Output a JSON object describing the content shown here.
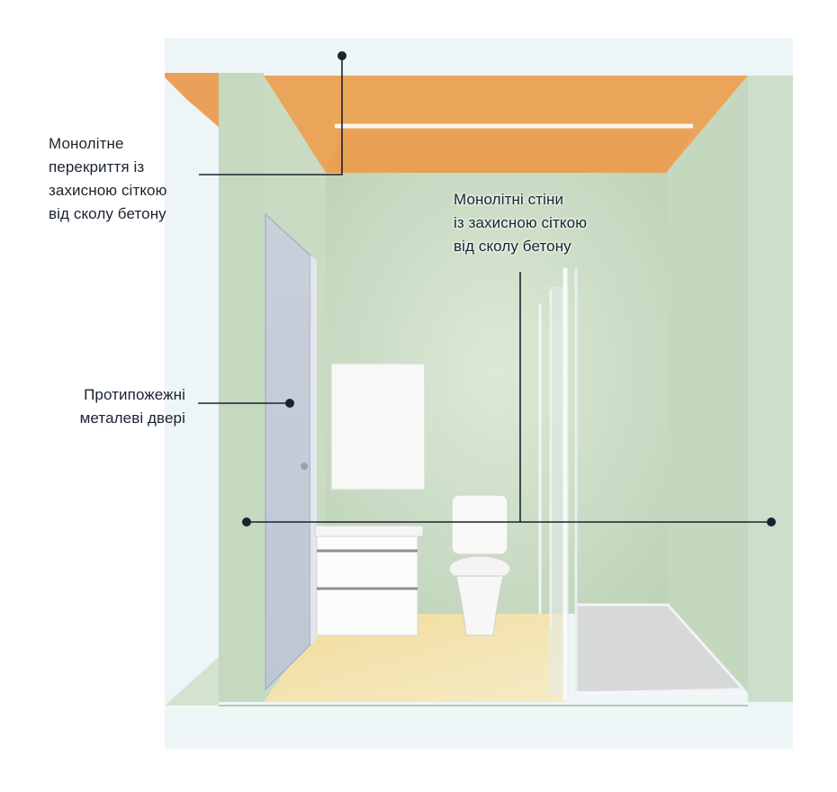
{
  "callouts": {
    "ceiling": "Монолітне\nперекриття із\nзахисною сіткою\nвід сколу бетону",
    "walls": "Монолітні стіни\nіз захисною сіткою\nвід сколу бетону",
    "door": "Протипожежні\nметалеві двері"
  },
  "colors": {
    "ceiling_slab": "#eaa55b",
    "walls": "#c9dcc4",
    "floor": "#f1dca0",
    "door": "#c4cad6",
    "callout_line": "#1a2330"
  }
}
